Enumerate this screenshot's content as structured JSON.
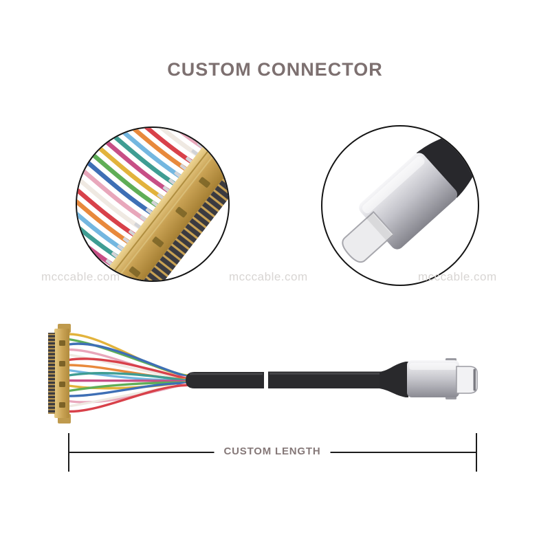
{
  "title": "CUSTOM CONNECTOR",
  "watermarks": [
    "mcccable.com",
    "mcccable.com",
    "mcccable.com"
  ],
  "dimension": {
    "label": "CUSTOM LENGTH"
  },
  "insets": {
    "left": "lvds-connector-closeup",
    "right": "usb-c-connector-closeup"
  },
  "colors": {
    "title_color": "#7d7070",
    "watermark_color": "#d8d5d3",
    "label_color": "#857878",
    "dimension_line_color": "#1b1b1b",
    "gold": "#c9a254",
    "gold_light": "#ecd391",
    "gold_dark": "#a57f33",
    "pin_dark": "#3a3a40",
    "cable_black": "#2b2b2e",
    "boot_black": "#29292c",
    "housing_silver": "#c6c6cc",
    "tip_gray": "#f2f2f4",
    "wire_palette": [
      "#e2b33c",
      "#5fae57",
      "#3e6fb5",
      "#e8a7bb",
      "#efe9e2",
      "#d8414a",
      "#e8893c",
      "#74b7e0",
      "#3f9d93",
      "#c74f86"
    ]
  }
}
